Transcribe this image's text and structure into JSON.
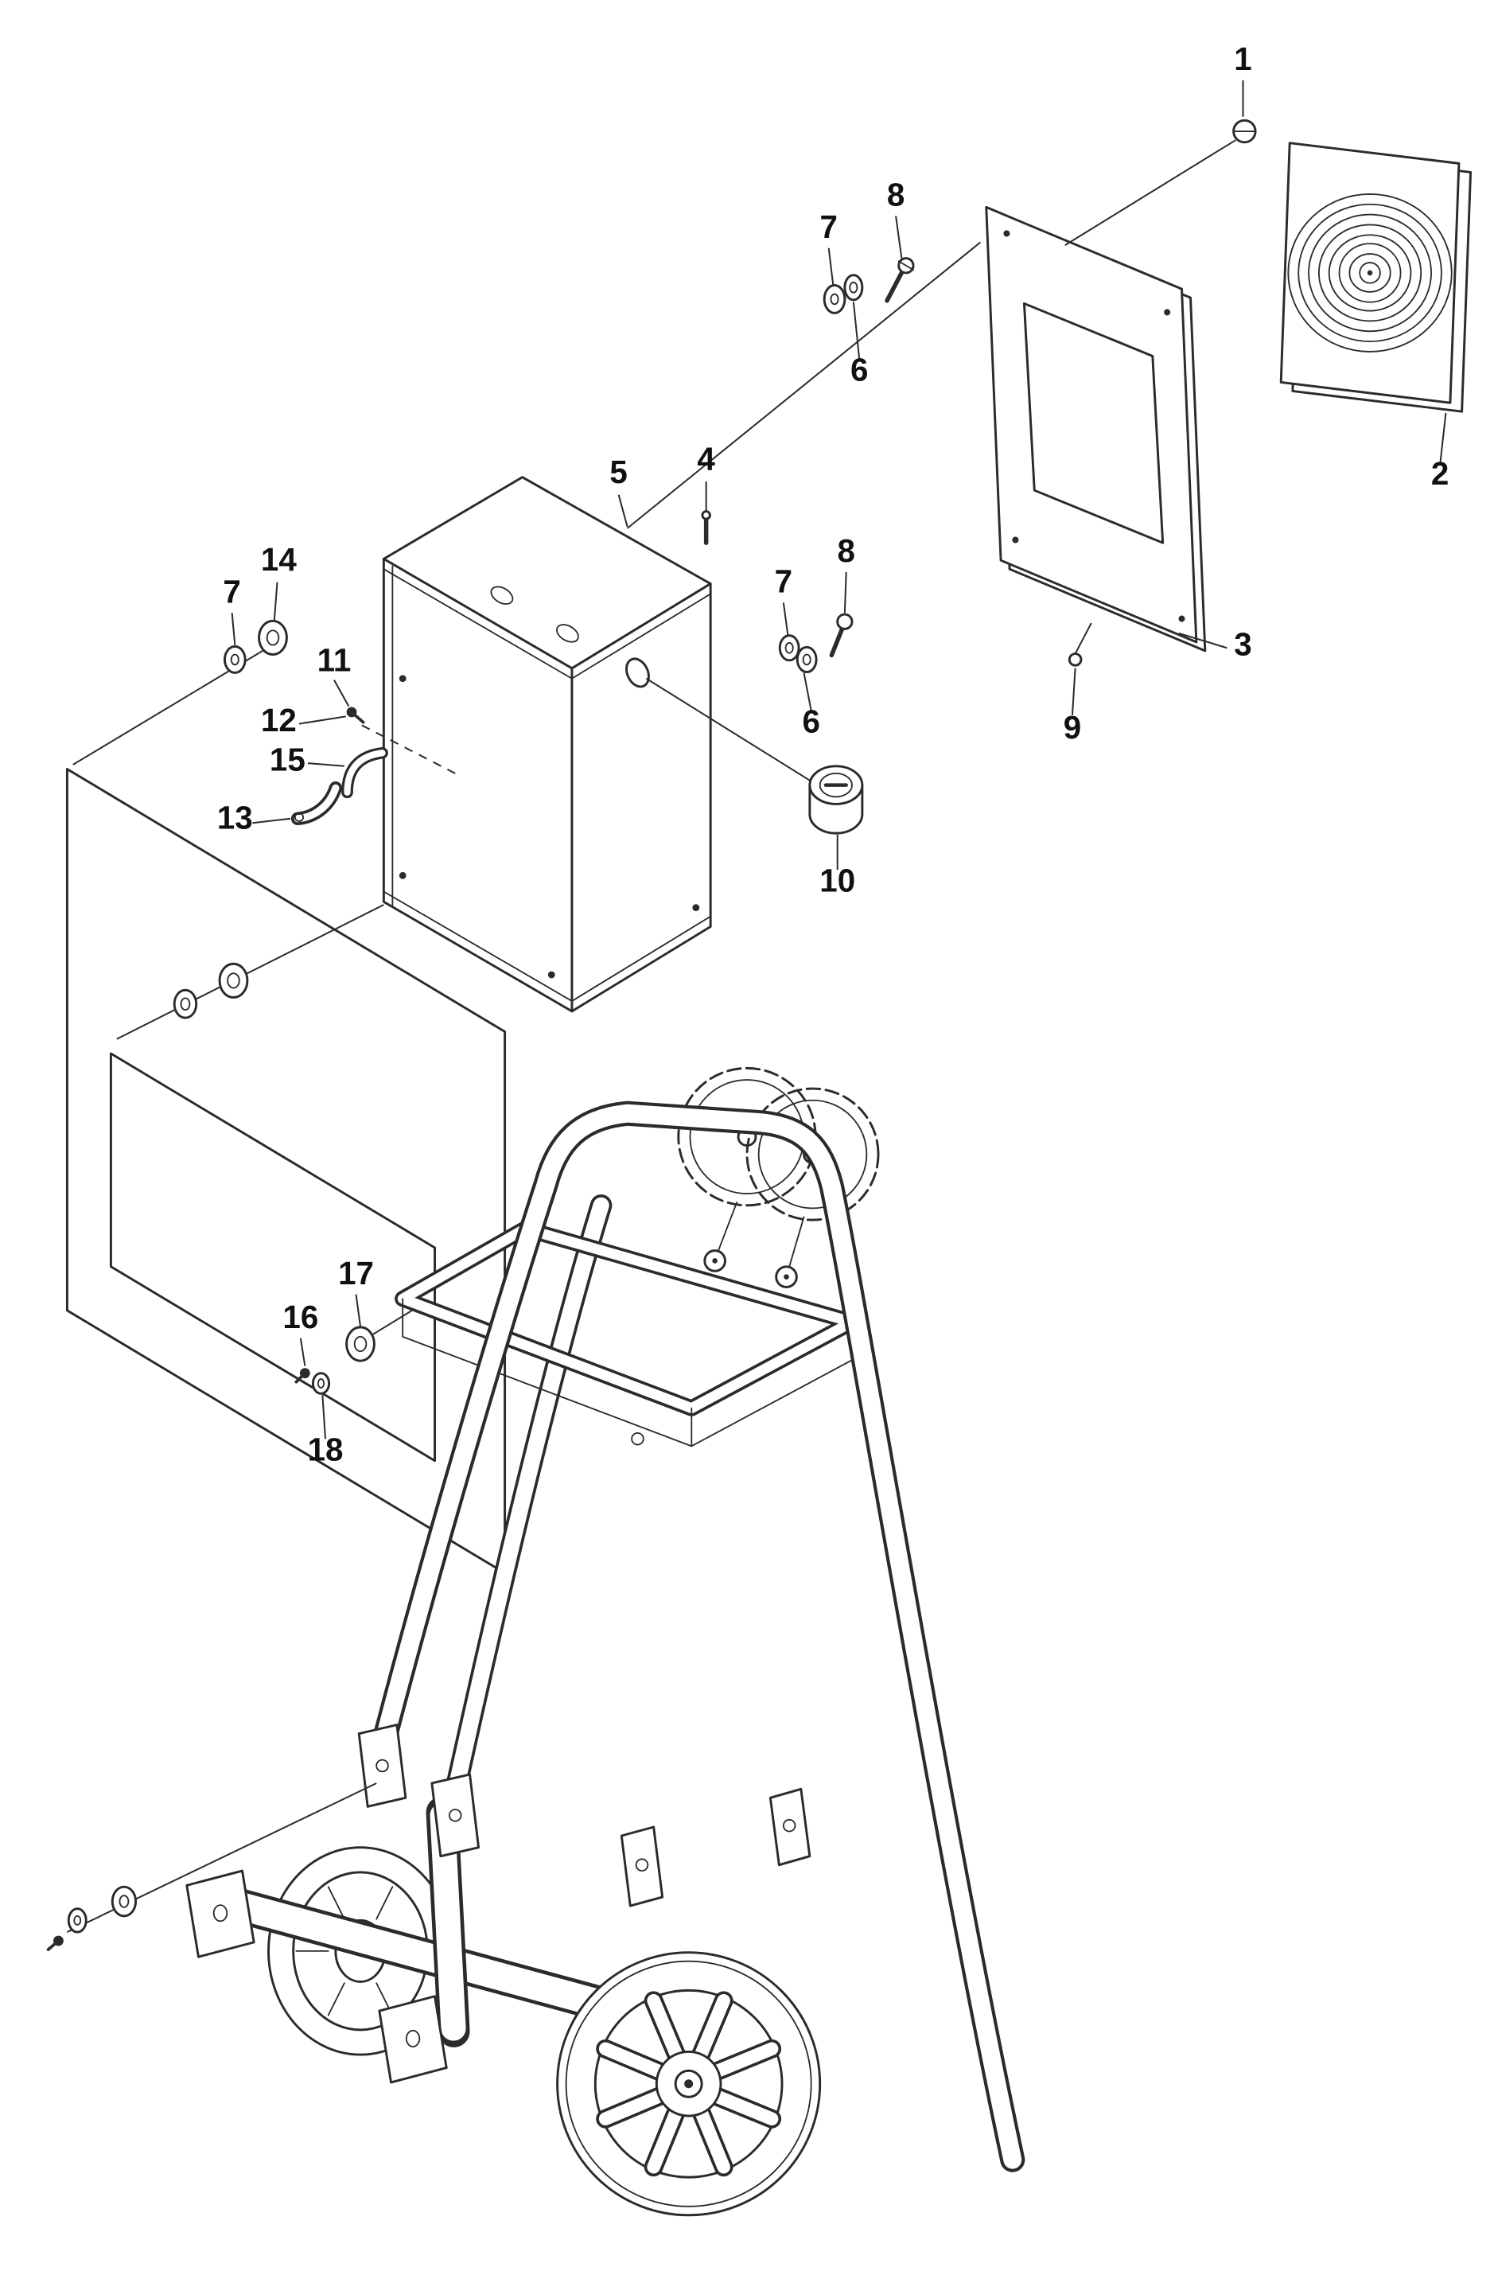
{
  "diagram": {
    "type": "exploded-parts-diagram",
    "colors": {
      "background": "#ffffff",
      "line": "#2b2b2b",
      "label": "#111111"
    },
    "callouts": [
      "1",
      "2",
      "3",
      "4",
      "5",
      "6",
      "6",
      "7",
      "7",
      "7",
      "8",
      "8",
      "9",
      "10",
      "11",
      "12",
      "13",
      "14",
      "15",
      "16",
      "17",
      "18"
    ]
  }
}
